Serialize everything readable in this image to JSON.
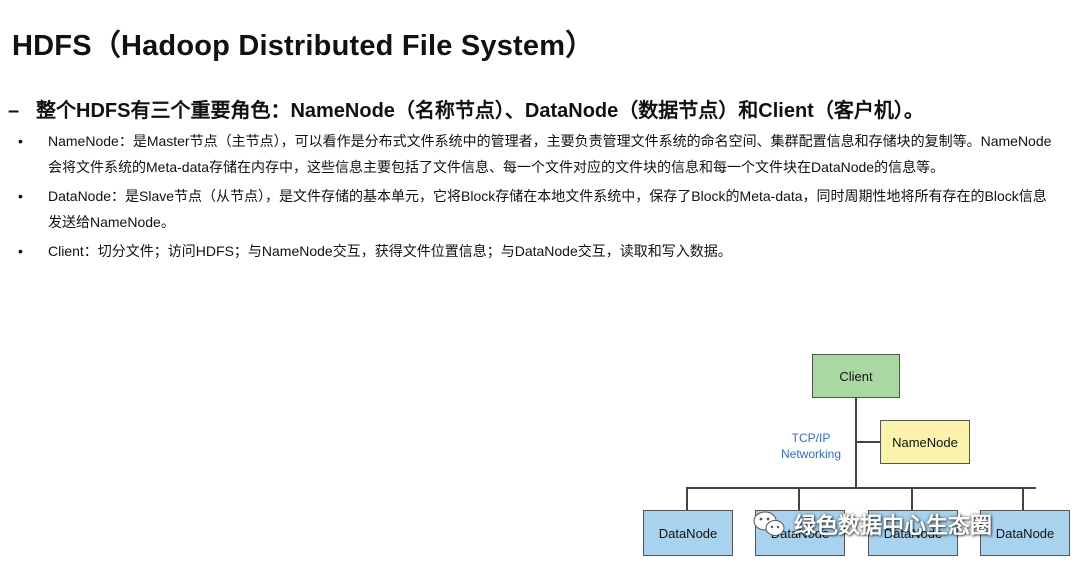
{
  "title": "HDFS（Hadoop Distributed File System）",
  "lead": {
    "dash": "–",
    "text": "整个HDFS有三个重要角色：NameNode（名称节点）、DataNode（数据节点）和Client（客户机）。"
  },
  "bullets": [
    {
      "marker": "•",
      "text": "NameNode：是Master节点（主节点），可以看作是分布式文件系统中的管理者，主要负责管理文件系统的命名空间、集群配置信息和存储块的复制等。NameNode会将文件系统的Meta-data存储在内存中，这些信息主要包括了文件信息、每一个文件对应的文件块的信息和每一个文件块在DataNode的信息等。"
    },
    {
      "marker": "•",
      "text": "DataNode：是Slave节点（从节点），是文件存储的基本单元，它将Block存储在本地文件系统中，保存了Block的Meta-data，同时周期性地将所有存在的Block信息发送给NameNode。"
    },
    {
      "marker": "•",
      "text": "Client：切分文件；访问HDFS；与NameNode交互，获得文件位置信息；与DataNode交互，读取和写入数据。"
    }
  ],
  "diagram": {
    "client": "Client",
    "namenode": "NameNode",
    "network_line1": "TCP/IP",
    "network_line2": "Networking",
    "datanodes": [
      "DataNode",
      "DataNode",
      "DataNode",
      "DataNode"
    ],
    "colors": {
      "client": "#a9d9a0",
      "namenode": "#fbf3a9",
      "datanode": "#a7d3ef",
      "network_text": "#2c6fd6"
    }
  },
  "watermark": {
    "icon": "wechat-icon",
    "text": "绿色数据中心生态圈"
  }
}
